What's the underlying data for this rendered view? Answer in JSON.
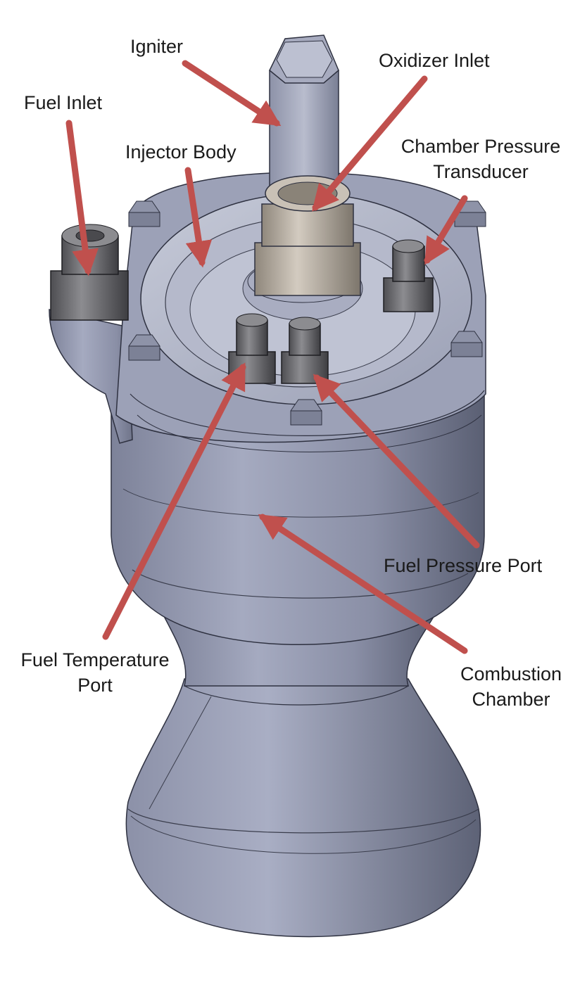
{
  "figure": {
    "callouts": [
      {
        "id": "igniter",
        "lines": [
          "Igniter"
        ]
      },
      {
        "id": "oxidizer-inlet",
        "lines": [
          "Oxidizer Inlet"
        ]
      },
      {
        "id": "fuel-inlet",
        "lines": [
          "Fuel Inlet"
        ]
      },
      {
        "id": "injector-body",
        "lines": [
          "Injector Body"
        ]
      },
      {
        "id": "chamber-pressure-transducer",
        "lines": [
          "Chamber Pressure",
          "Transducer"
        ]
      },
      {
        "id": "fuel-pressure-port",
        "lines": [
          "Fuel Pressure Port"
        ]
      },
      {
        "id": "fuel-temperature-port",
        "lines": [
          "Fuel Temperature",
          "Port"
        ]
      },
      {
        "id": "combustion-chamber",
        "lines": [
          "Combustion",
          "Chamber"
        ]
      }
    ],
    "colors": {
      "arrow": "#c0504d",
      "metal_body": "#8d93ab",
      "metal_dark": "#5e6378",
      "fitting": "#6e6e6e",
      "fitting_brass": "#b9b1a6",
      "background": "#ffffff"
    }
  }
}
